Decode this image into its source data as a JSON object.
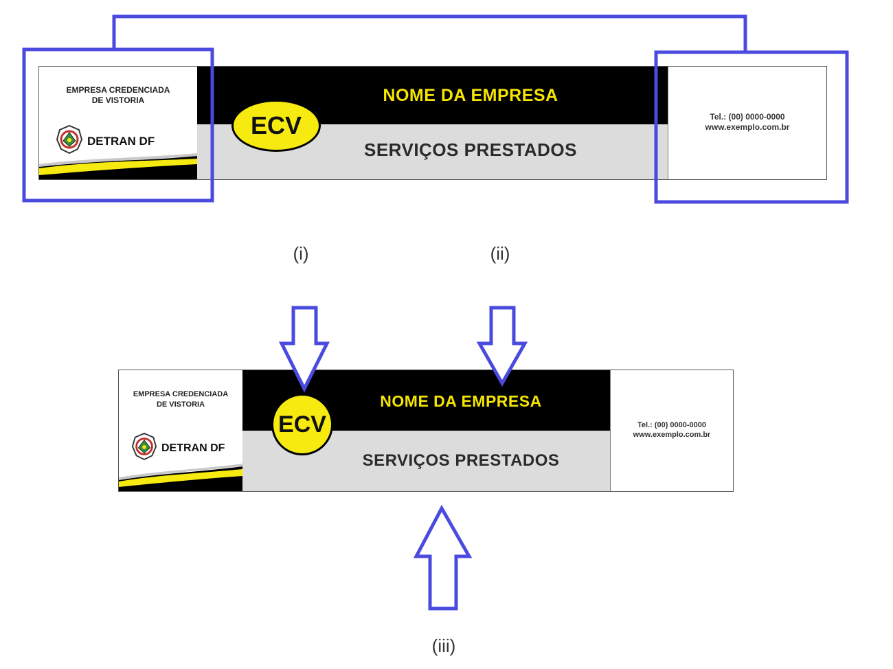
{
  "banner": {
    "company_line1": "EMPRESA CREDENCIADA",
    "company_line2": "DE VISTORIA",
    "detran": "DETRAN DF",
    "ecv": "ECV",
    "company_name": "NOME DA EMPRESA",
    "services": "SERVIÇOS PRESTADOS",
    "phone": "Tel.: (00) 0000-0000",
    "website": "www.exemplo.com.br"
  },
  "labels": {
    "i": "(i)",
    "ii": "(ii)",
    "iii": "(iii)"
  },
  "colors": {
    "highlight_blue": "#4a4adf",
    "banner_yellow": "#f7ea10",
    "banner_black": "#000000",
    "banner_gray": "#dcdcdc"
  },
  "icons": [
    "detran-emblem-icon",
    "down-arrow-icon",
    "up-arrow-icon"
  ]
}
